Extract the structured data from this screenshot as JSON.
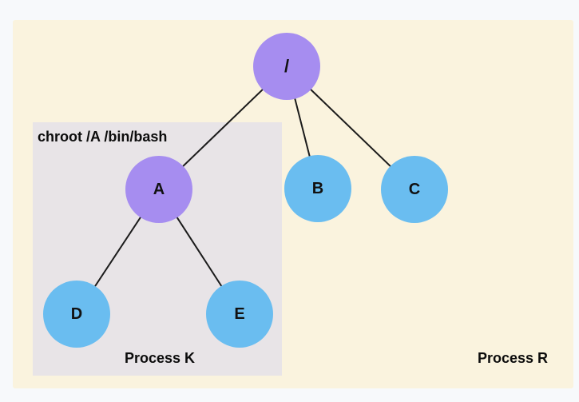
{
  "scene": {
    "background_color": "#f7f9fb",
    "canvas_color": "#faf3de",
    "edge_color": "#1b1b1b",
    "node_colors": {
      "purple": "#a68df0",
      "blue": "#6abdf0"
    },
    "chroot_region": {
      "label": "chroot /A /bin/bash",
      "box_color": "#e8e4e7",
      "process_label": "Process K"
    },
    "outer_region": {
      "process_label": "Process R"
    },
    "nodes": [
      {
        "id": "root",
        "label": "/",
        "color": "#a68df0"
      },
      {
        "id": "A",
        "label": "A",
        "color": "#a68df0"
      },
      {
        "id": "B",
        "label": "B",
        "color": "#6abdf0"
      },
      {
        "id": "C",
        "label": "C",
        "color": "#6abdf0"
      },
      {
        "id": "D",
        "label": "D",
        "color": "#6abdf0"
      },
      {
        "id": "E",
        "label": "E",
        "color": "#6abdf0"
      }
    ],
    "edges": [
      {
        "from": "root",
        "to": "A"
      },
      {
        "from": "root",
        "to": "B"
      },
      {
        "from": "root",
        "to": "C"
      },
      {
        "from": "A",
        "to": "D"
      },
      {
        "from": "A",
        "to": "E"
      }
    ]
  }
}
